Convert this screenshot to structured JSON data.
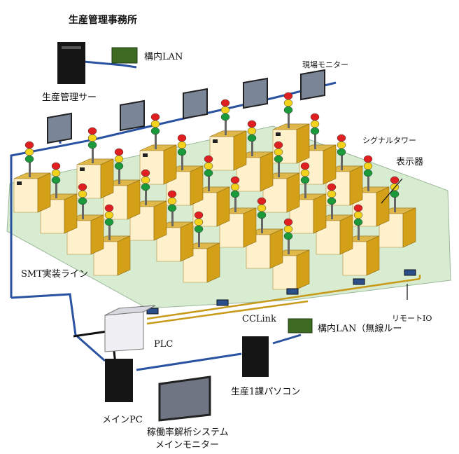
{
  "labels": {
    "office_title": "生産管理事務所",
    "lan_top": "構内LAN",
    "server": "生産管理サー",
    "field_monitor": "現場モニター",
    "signal_tower": "シグナルタワー",
    "display_unit": "表示器",
    "smt_line": "SMT実装ライン",
    "cclink": "CCLink",
    "remote_io": "リモートIO",
    "lan_wireless": "構内LAN（無線ルー",
    "plc": "PLC",
    "sect1_pc": "生産1課パソコン",
    "main_pc": "メインPC",
    "system_line1": "稼働率解析システム",
    "system_line2": "メインモニター"
  },
  "colors": {
    "floor": "#d8ecd2",
    "machine_front": "#fff1cc",
    "machine_side": "#d4a017",
    "machine_top": "#e0b84a",
    "lan_cable": "#2a52a0",
    "cclink_cable": "#c79a1a",
    "signal_red": "#e02020",
    "signal_yellow": "#f2d21a",
    "signal_green": "#1a9a3a",
    "monitor_screen": "#7a8598",
    "pc_body": "#151515",
    "hub_green": "#3d6b22"
  }
}
